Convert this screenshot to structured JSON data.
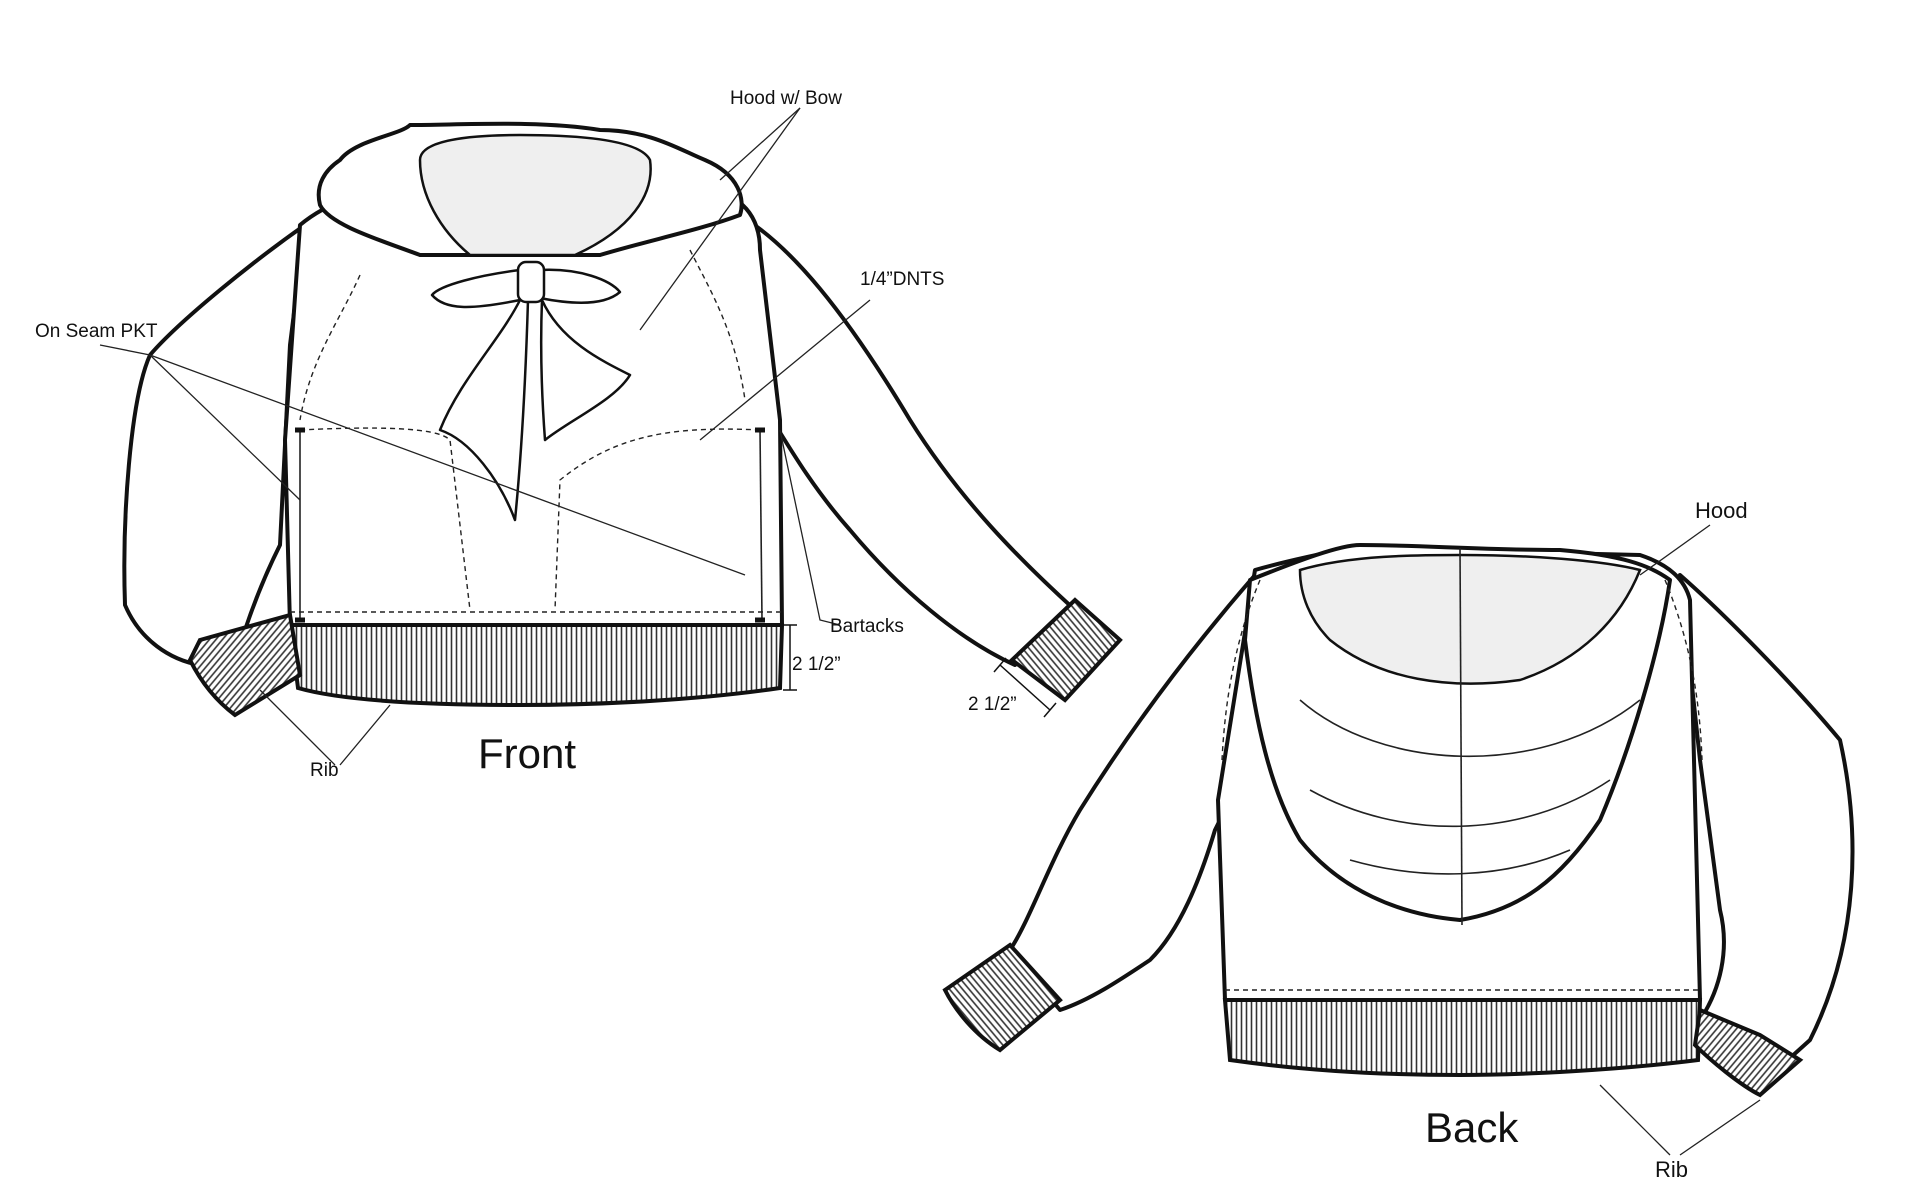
{
  "views": {
    "front": {
      "caption": "Front"
    },
    "back": {
      "caption": "Back"
    }
  },
  "callouts": {
    "hood_with_bow": "Hood w/ Bow",
    "dnts": "1/4”DNTS",
    "on_seam_pkt": "On Seam PKT",
    "bartacks": "Bartacks",
    "rib_front": "Rib",
    "hood_back": "Hood",
    "rib_back": "Rib"
  },
  "dimensions": {
    "hem_rib_height": "2 1/2”",
    "cuff_rib_height": "2 1/2”"
  },
  "colors": {
    "line": "#111111",
    "hood_lining": "#efefef",
    "background": "#ffffff"
  }
}
